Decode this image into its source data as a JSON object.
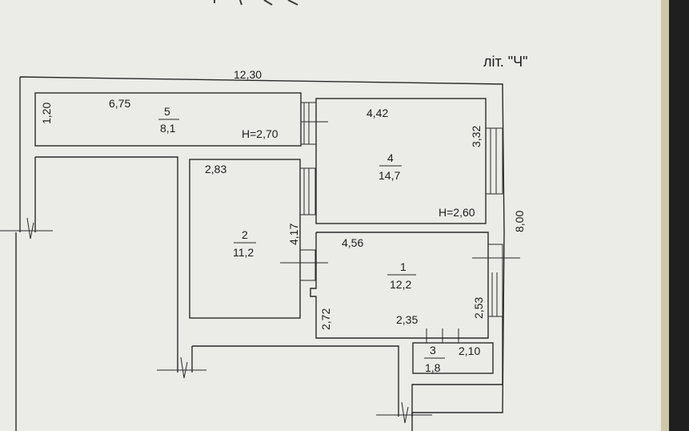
{
  "plan": {
    "title": "літ. \"Ч\"",
    "overall_width": "12,30",
    "overall_depth": "8,00",
    "rooms": [
      {
        "number": "5",
        "area": "8,1"
      },
      {
        "number": "4",
        "area": "14,7"
      },
      {
        "number": "2",
        "area": "11,2"
      },
      {
        "number": "1",
        "area": "12,2"
      },
      {
        "number": "3",
        "area": "1,8"
      }
    ],
    "dimensions": {
      "r5_height": "1,20",
      "r5_width": "6,75",
      "r5_ceiling": "H=2,70",
      "r4_width": "4,42",
      "r4_depth": "3,32",
      "r4_ceiling": "H=2,60",
      "r2_width": "2,83",
      "r2_depth": "4,17",
      "r1_width": "4,56",
      "r1_left_depth": "2,72",
      "r1_bottom_width": "2,35",
      "r1_right_depth": "2,53",
      "r3_width": "2,10"
    }
  },
  "colors": {
    "paper": "#ebebe8",
    "frame_dark": "#1f1f1f",
    "paper_edge": "#cfc6a8",
    "ink": "#1d1d1d"
  }
}
